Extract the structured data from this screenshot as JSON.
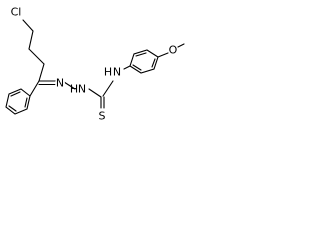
{
  "molecule": {
    "atoms": {
      "chloro": "Cl",
      "imine_n": "N",
      "hydrazine_n": "N",
      "hydrazine_h": "H",
      "amide_n": "N",
      "amide_h": "H",
      "thione_s": "S",
      "methoxy_o": "O"
    }
  }
}
